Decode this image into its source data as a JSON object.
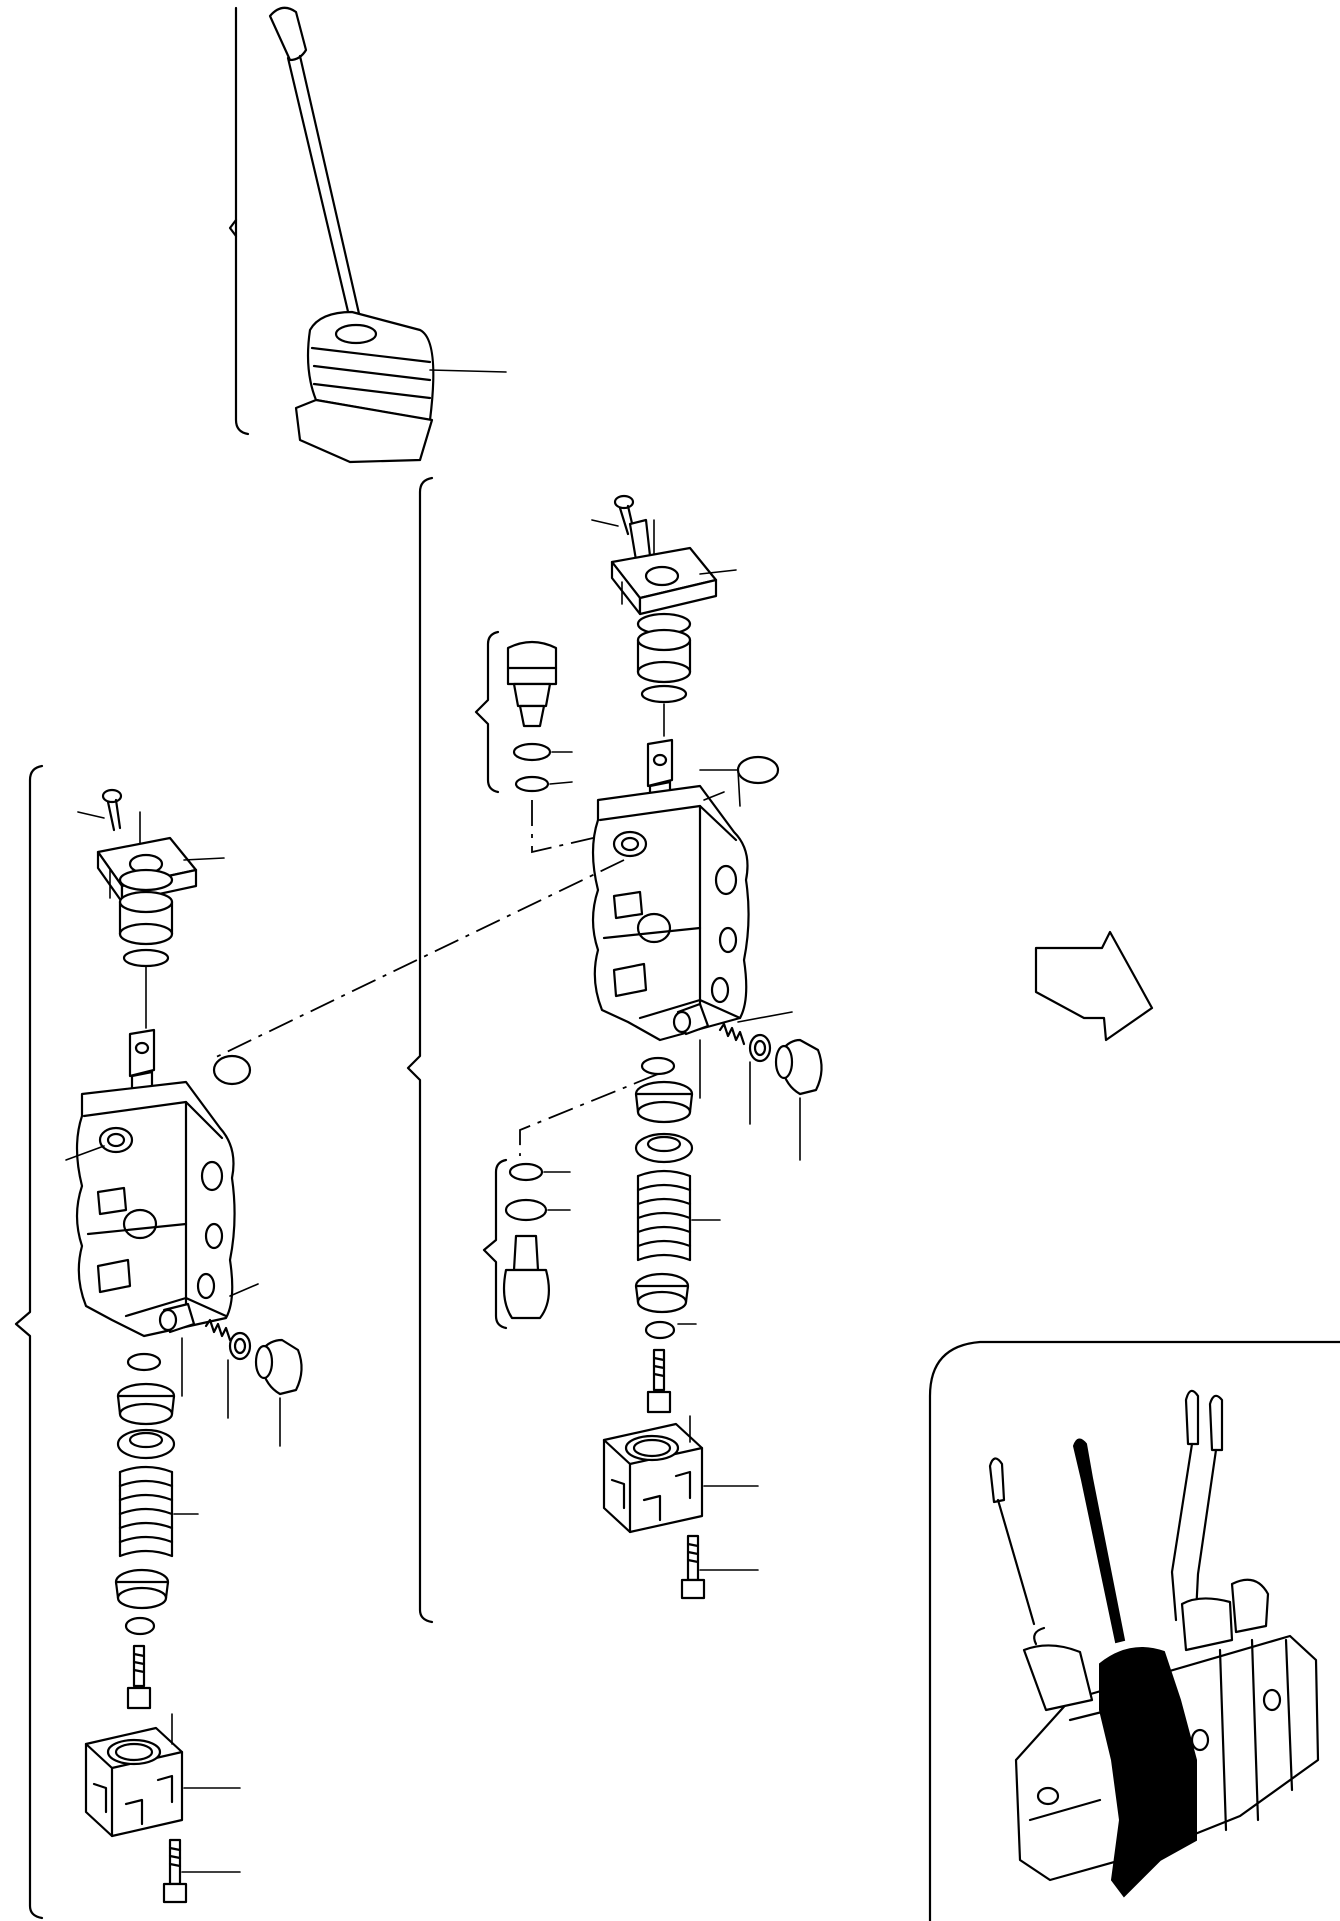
{
  "figure": {
    "kind": "exploded-parts-diagram",
    "subject": "control-valve-section",
    "has_text_labels": false,
    "leader_lines": 34,
    "inset": {
      "present": true,
      "highlighted_section": "second-valve-section",
      "highlight_color": "#000000"
    },
    "direction_arrow": "right-down"
  }
}
